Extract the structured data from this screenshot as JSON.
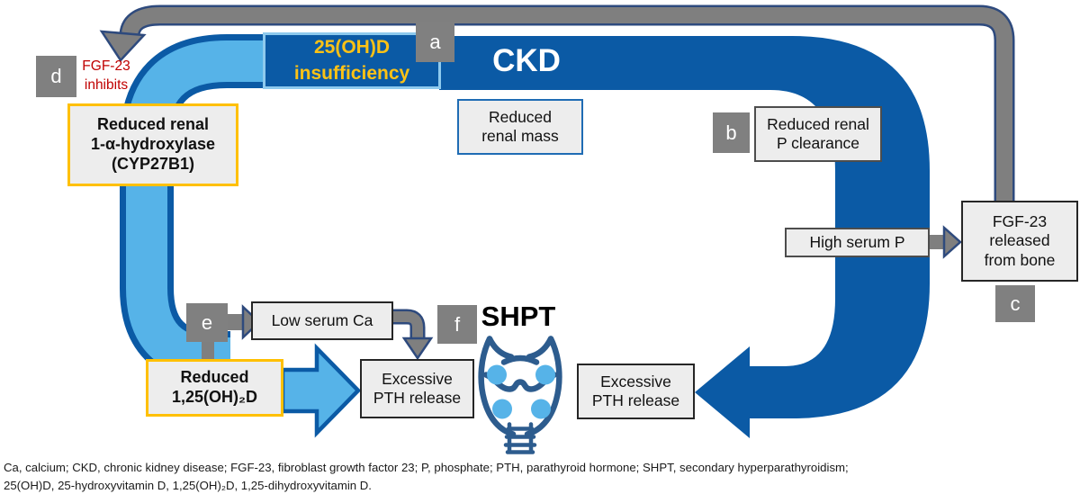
{
  "colors": {
    "dark-blue": "#0b5aa5",
    "light-blue": "#56b3e8",
    "band-gray": "#7f7f7f",
    "navy-outline": "#2e4a7d",
    "gold": "#ffc000",
    "gold-text": "#fdc215",
    "red-text": "#c00000",
    "box-bg": "#ededed",
    "label-gray": "#808080",
    "thyroid-outline": "#2d5c8e"
  },
  "header": {
    "ckd": "CKD",
    "insufficiency": "25(OH)D\ninsufficiency"
  },
  "feedback": {
    "fgf23_inhibits": "FGF-23\ninhibits"
  },
  "boxes": {
    "cyp27b1": "Reduced renal\n1-α-hydroxylase\n(CYP27B1)",
    "reduced_renal_mass": "Reduced\nrenal mass",
    "reduced_p_clearance": "Reduced renal\nP clearance",
    "high_serum_p": "High serum P",
    "fgf23_released": "FGF-23\nreleased\nfrom bone",
    "low_serum_ca": "Low serum Ca",
    "reduced_125ohd": "Reduced\n1,25(OH)₂D",
    "excessive_pth_left": "Excessive\nPTH release",
    "excessive_pth_right": "Excessive\nPTH release"
  },
  "shpt_label": "SHPT",
  "step_labels": {
    "a": "a",
    "b": "b",
    "c": "c",
    "d": "d",
    "e": "e",
    "f": "f"
  },
  "footnote": {
    "line1": "Ca, calcium; CKD, chronic kidney disease; FGF-23, fibroblast growth factor 23; P, phosphate; PTH, parathyroid hormone; SHPT, secondary hyperparathyroidism;",
    "line2": "25(OH)D, 25-hydroxyvitamin D, 1,25(OH)₂D, 1,25-dihydroxyvitamin D."
  }
}
